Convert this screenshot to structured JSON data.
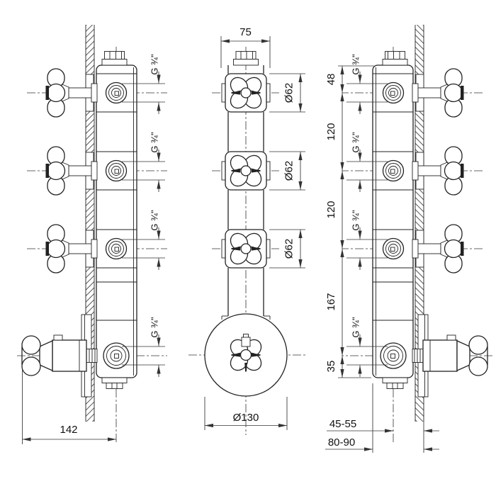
{
  "drawing": {
    "front": {
      "width": "75",
      "handle_dia": "Ø62",
      "plate_dia": "Ø130"
    },
    "left": {
      "total_width": "142",
      "thread": "G ¾\""
    },
    "right": {
      "thread": "G ¾\"",
      "top_to_port": "48",
      "spacing_1": "120",
      "spacing_2": "120",
      "spacing_3": "167",
      "port_to_bottom": "35",
      "depth_center": "45-55",
      "depth_total": "80-90"
    }
  }
}
